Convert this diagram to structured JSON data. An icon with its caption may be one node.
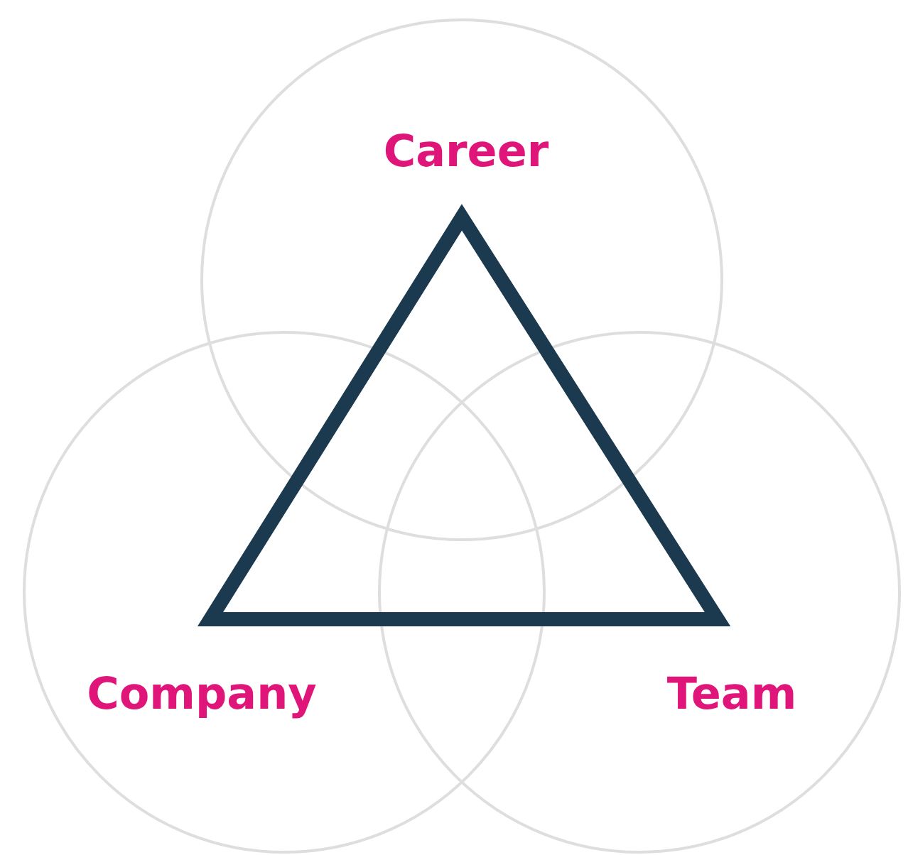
{
  "diagram": {
    "nodes": [
      {
        "text": [
          "Career"
        ]
      },
      {
        "text": [
          "Company"
        ]
      },
      {
        "text": [
          "Team"
        ]
      }
    ]
  }
}
